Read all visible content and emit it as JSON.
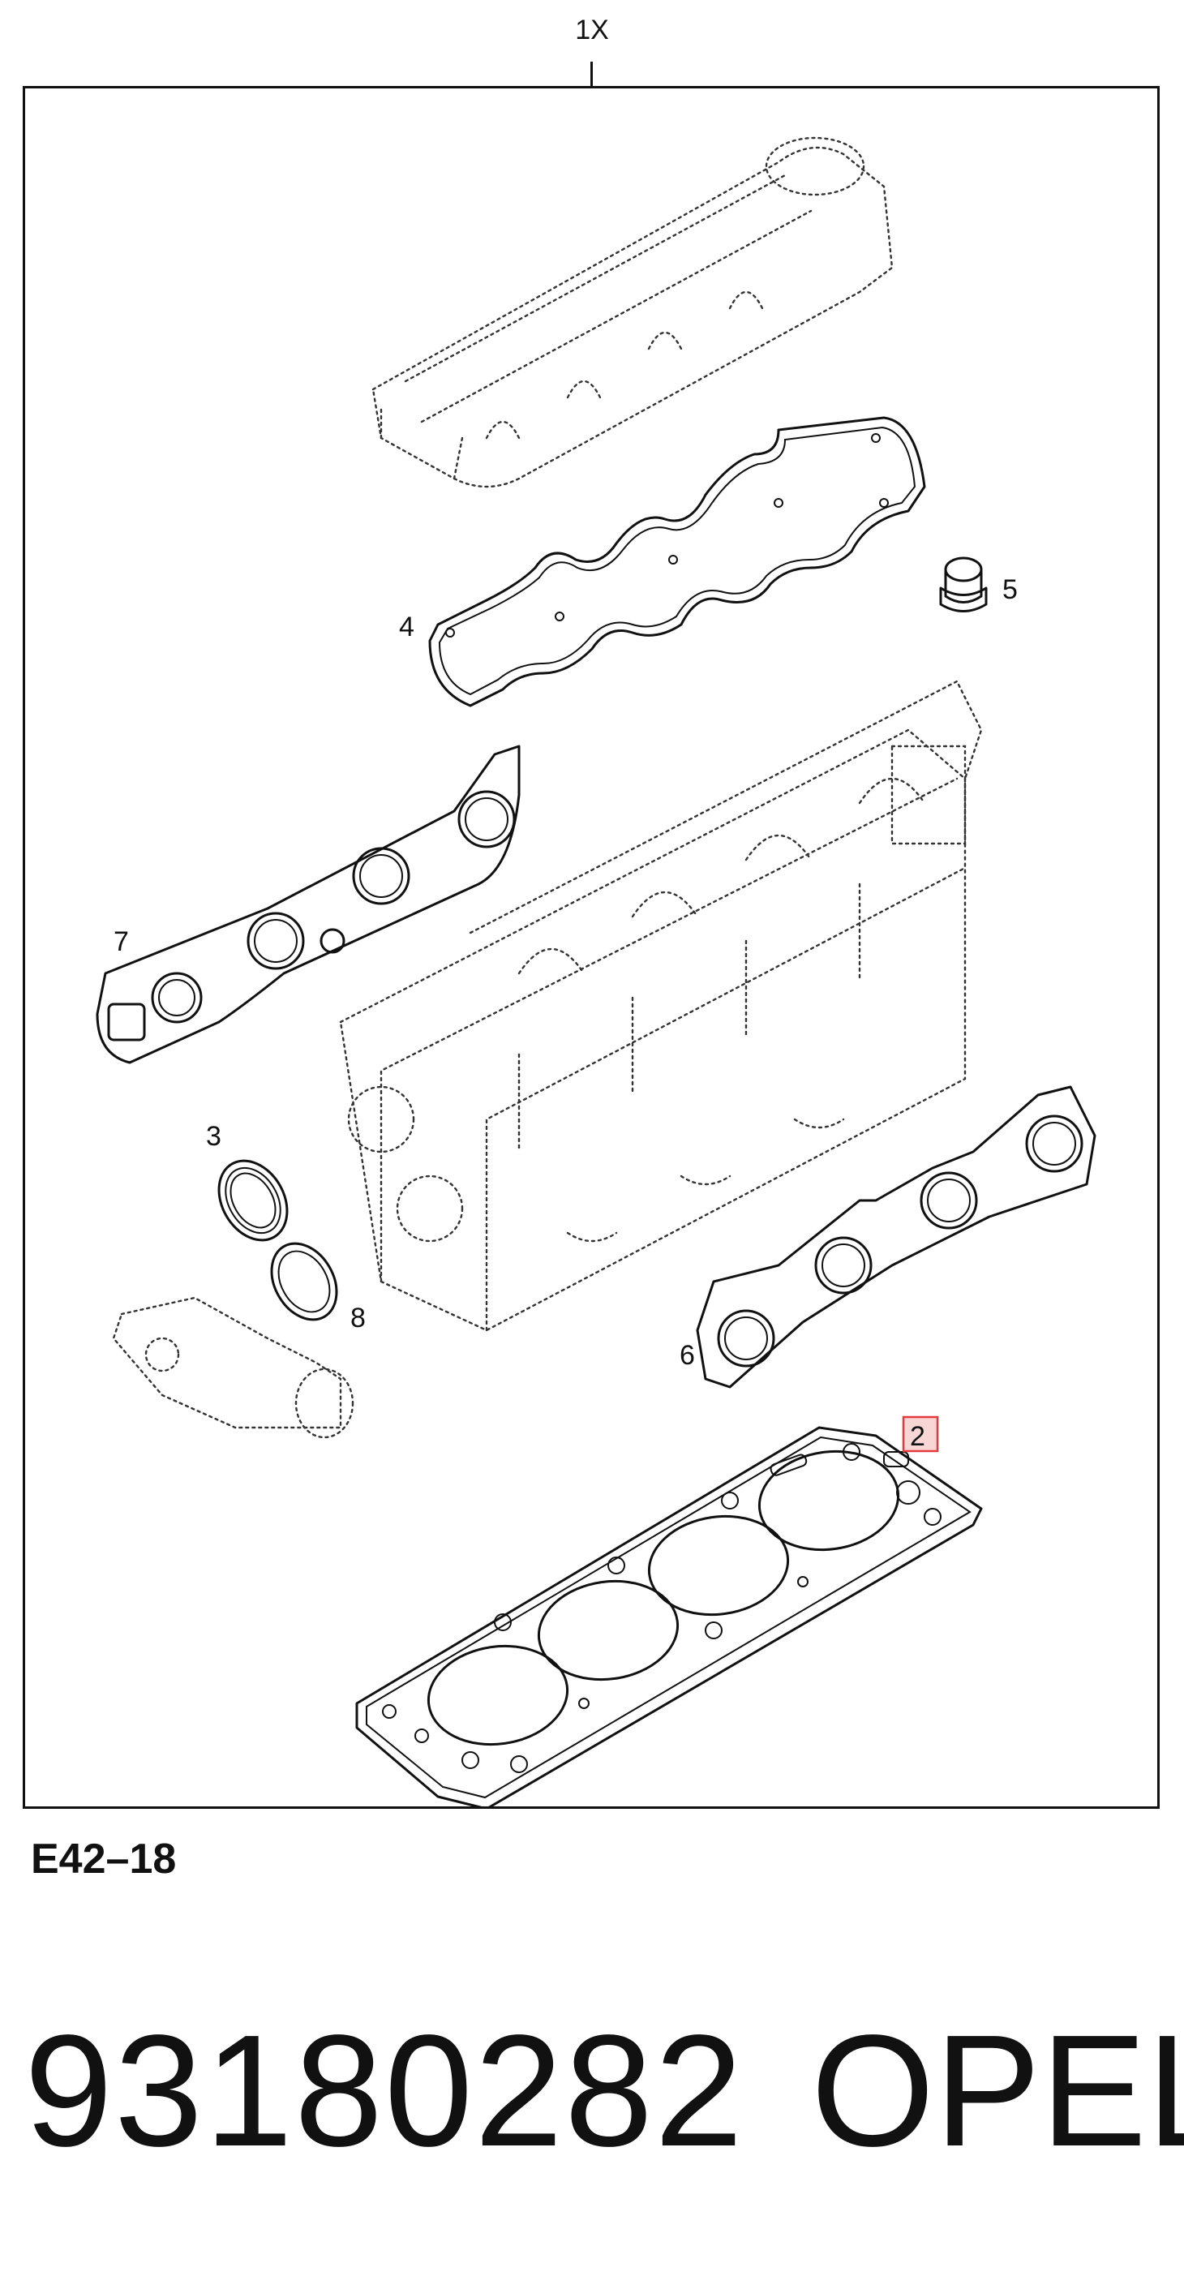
{
  "diagram": {
    "kit_quantity": "1X",
    "callouts": [
      "2",
      "3",
      "4",
      "5",
      "6",
      "7",
      "8"
    ],
    "highlight_color": "#e33b3b"
  },
  "footer": {
    "reference_code": "E42–18",
    "part_number": "93180282",
    "brand": "OPEL"
  }
}
